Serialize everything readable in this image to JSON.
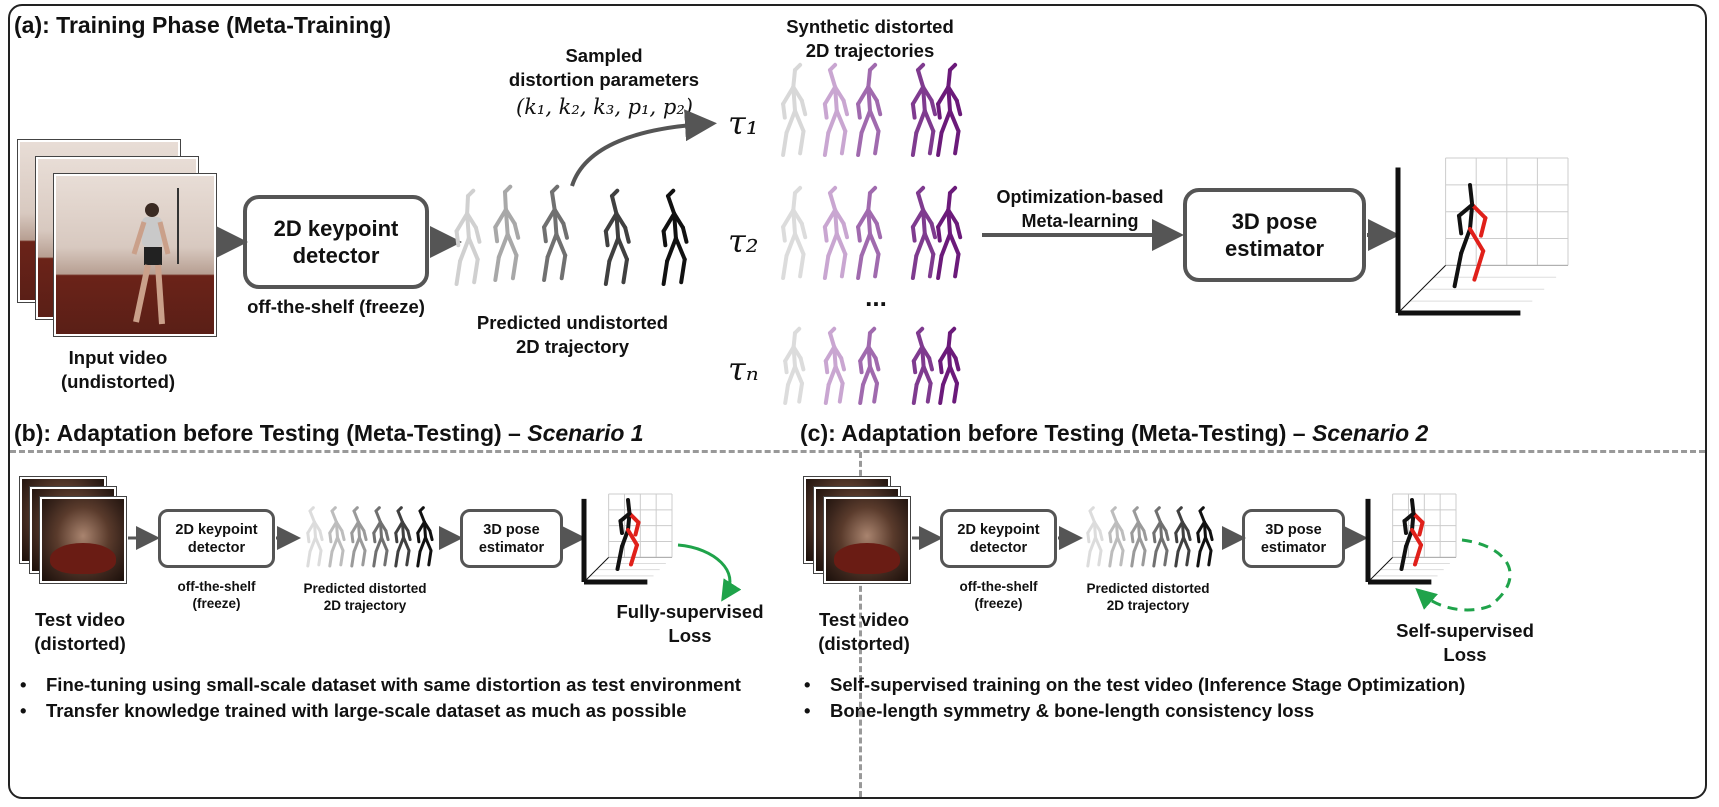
{
  "panel_a": {
    "title": "(a): Training Phase (Meta-Training)",
    "input_caption_line1": "Input video",
    "input_caption_line2": "(undistorted)",
    "detector_line1": "2D keypoint",
    "detector_line2": "detector",
    "detector_caption": "off-the-shelf (freeze)",
    "sampled_line1": "Sampled",
    "sampled_line2": "distortion parameters",
    "sampled_params": "(k₁, k₂, k₃, p₁, p₂)",
    "predicted_line1": "Predicted undistorted",
    "predicted_line2": "2D trajectory",
    "synthetic_line1": "Synthetic distorted",
    "synthetic_line2": "2D trajectories",
    "tau_1": "τ₁",
    "tau_2": "τ₂",
    "tau_n": "τₙ",
    "ellipsis": "...",
    "meta_line1": "Optimization-based",
    "meta_line2": "Meta-learning",
    "estimator_line1": "3D pose",
    "estimator_line2": "estimator"
  },
  "panel_b": {
    "title_main": "(b): Adaptation before Testing (Meta-Testing) – ",
    "title_italic": "Scenario 1",
    "video_line1": "Test video",
    "video_line2": "(distorted)",
    "detector_line1": "2D keypoint",
    "detector_line2": "detector",
    "detector_caption_line1": "off-the-shelf",
    "detector_caption_line2": "(freeze)",
    "trajectory_line1": "Predicted distorted",
    "trajectory_line2": "2D trajectory",
    "estimator_line1": "3D pose",
    "estimator_line2": "estimator",
    "loss_line1": "Fully-supervised",
    "loss_line2": "Loss",
    "bullets": [
      "Fine-tuning using small-scale dataset with same distortion as test environment",
      "Transfer knowledge trained with large-scale dataset as much as possible"
    ]
  },
  "panel_c": {
    "title_main": "(c): Adaptation before Testing (Meta-Testing) – ",
    "title_italic": "Scenario 2",
    "video_line1": "Test video",
    "video_line2": "(distorted)",
    "detector_line1": "2D keypoint",
    "detector_line2": "detector",
    "detector_caption_line1": "off-the-shelf",
    "detector_caption_line2": "(freeze)",
    "trajectory_line1": "Predicted distorted",
    "trajectory_line2": "2D trajectory",
    "estimator_line1": "3D pose",
    "estimator_line2": "estimator",
    "loss_line1": "Self-supervised",
    "loss_line2": "Loss",
    "bullets": [
      "Self-supervised training on the test video (Inference Stage Optimization)",
      "Bone-length symmetry & bone-length consistency loss"
    ]
  },
  "colors": {
    "arrow": "#555555",
    "purple": "#6b1a7a",
    "skeleton_red": "#e0201a",
    "loss_green": "#1fa34a"
  }
}
